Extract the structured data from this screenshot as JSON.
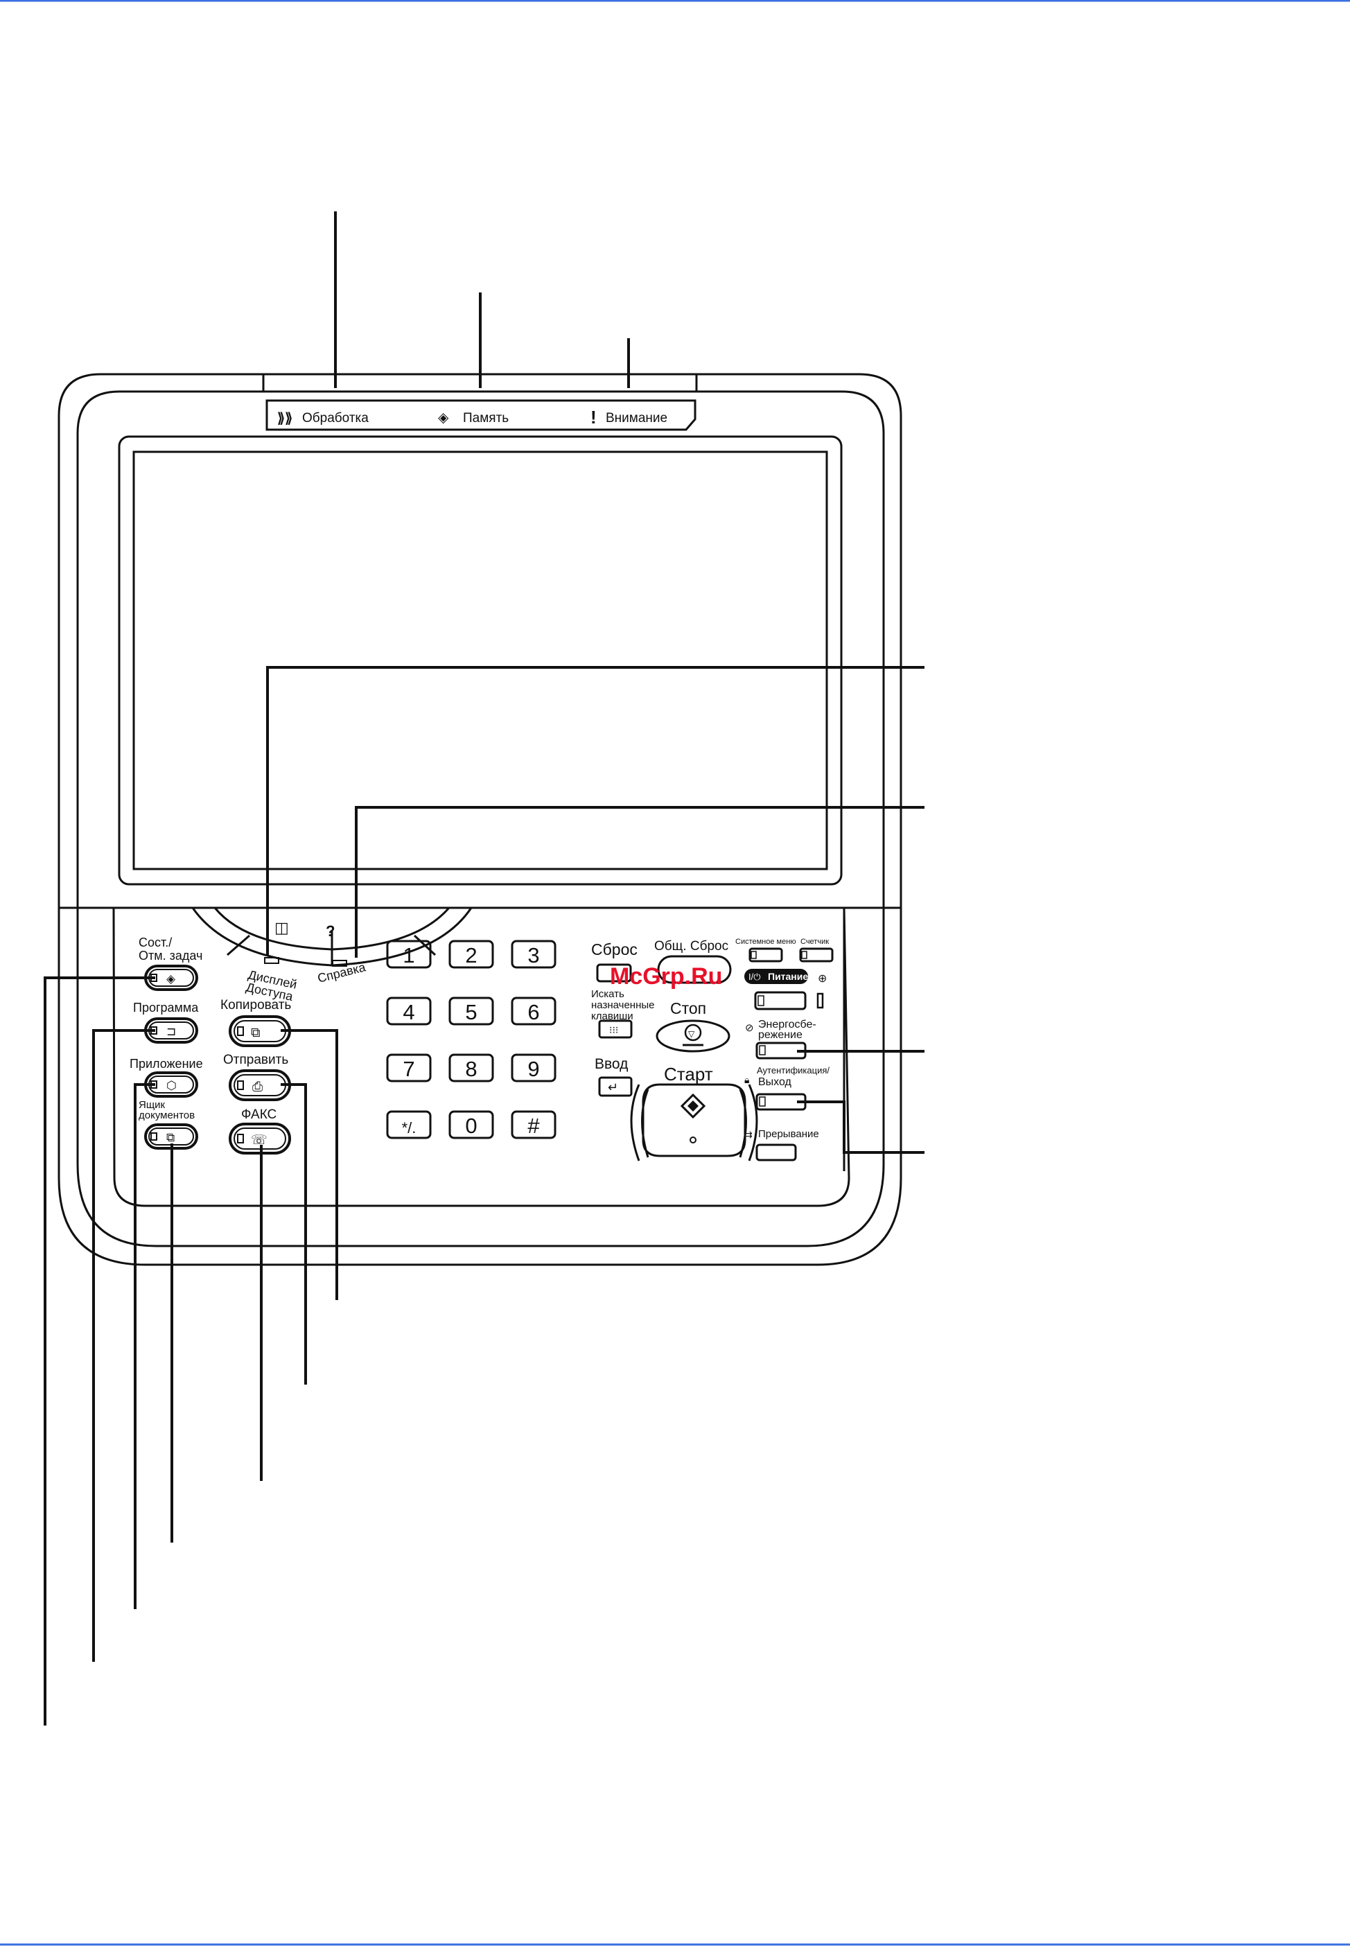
{
  "colors": {
    "rule": "#3a6fe0",
    "ink": "#111111",
    "watermark": "#e8102a"
  },
  "indicators": {
    "processing": "Обработка",
    "memory": "Память",
    "attention": "Внимание"
  },
  "touch_keys": {
    "access_display_icon": "accessibility-icon",
    "access_display_label": "Дисплей\nДоступа",
    "access_display_l1": "Дисплей",
    "access_display_l2": "Доступа",
    "help_glyph": "?",
    "help_label": "Справка"
  },
  "left_keys": {
    "status_l1": "Сост./",
    "status_l2": "Отм. задач",
    "program": "Программа",
    "application": "Приложение",
    "docbox_l1": "Ящик",
    "docbox_l2": "документов",
    "copy": "Копировать",
    "send": "Отправить",
    "fax": "ФАКС"
  },
  "keypad": {
    "keys": [
      "1",
      "2",
      "3",
      "4",
      "5",
      "6",
      "7",
      "8",
      "9",
      "*/.",
      "0",
      "#"
    ]
  },
  "right_keys": {
    "reset": "Сброс",
    "clear_all": "Общ. Сброс",
    "system_menu": "Системное меню",
    "counter": "Счетчик",
    "power": "Питание",
    "find_keys_l1": "Искать",
    "find_keys_l2": "назначенные",
    "find_keys_l3": "клавиши",
    "stop": "Стоп",
    "energy_l1": "Энергосбе-",
    "energy_l2": "режение",
    "enter": "Ввод",
    "start": "Старт",
    "auth_l1": "Аутентификация/",
    "auth_l2": "Выход",
    "interrupt": "Прерывание"
  },
  "watermark": "McGrp.Ru"
}
